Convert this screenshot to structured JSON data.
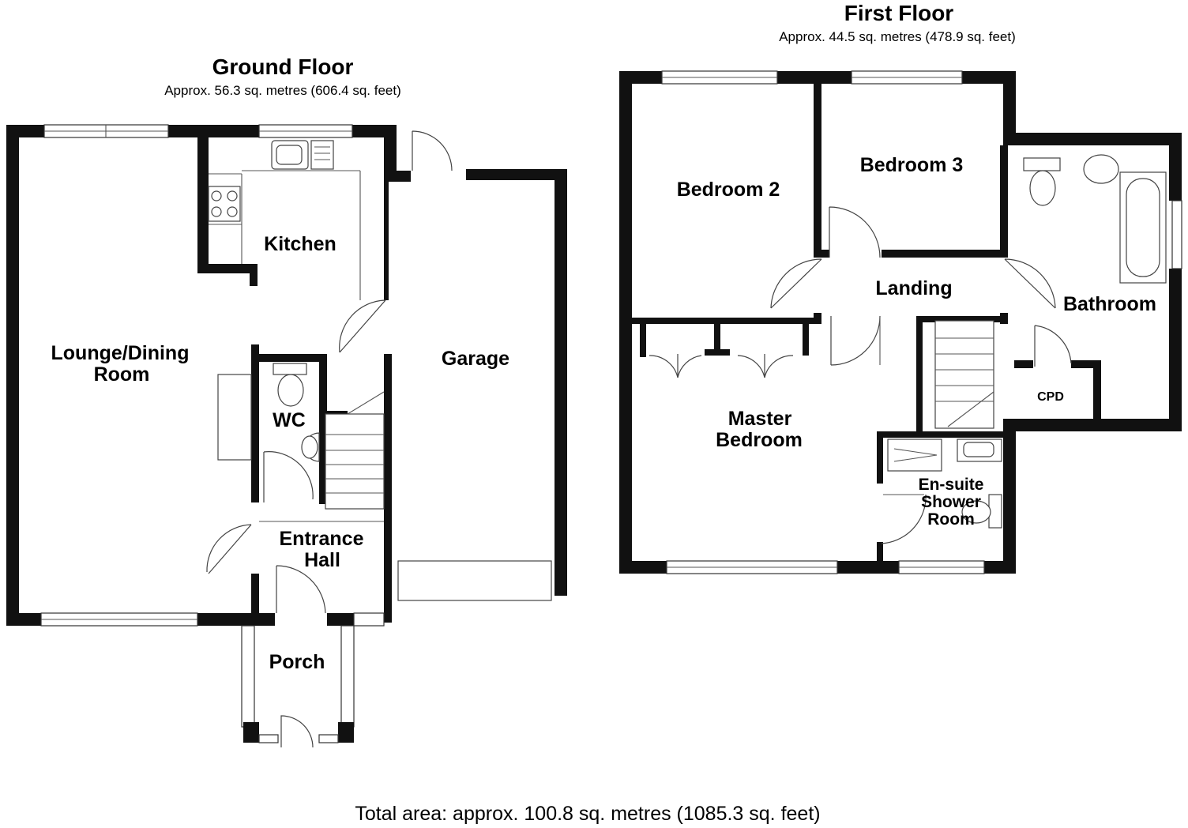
{
  "ground_floor": {
    "title": "Ground Floor",
    "area": "Approx. 56.3 sq. metres (606.4 sq. feet)",
    "rooms": {
      "lounge_line1": "Lounge/Dining",
      "lounge_line2": "Room",
      "kitchen": "Kitchen",
      "garage": "Garage",
      "wc": "WC",
      "hall_line1": "Entrance",
      "hall_line2": "Hall",
      "porch": "Porch"
    }
  },
  "first_floor": {
    "title": "First Floor",
    "area": "Approx. 44.5 sq. metres (478.9 sq. feet)",
    "rooms": {
      "bedroom2": "Bedroom 2",
      "bedroom3": "Bedroom 3",
      "landing": "Landing",
      "bathroom": "Bathroom",
      "cpd": "CPD",
      "master_line1": "Master",
      "master_line2": "Bedroom",
      "ensuite_line1": "En-suite",
      "ensuite_line2": "Shower",
      "ensuite_line3": "Room"
    }
  },
  "total_area": "Total area: approx. 100.8 sq. metres (1085.3 sq. feet)"
}
